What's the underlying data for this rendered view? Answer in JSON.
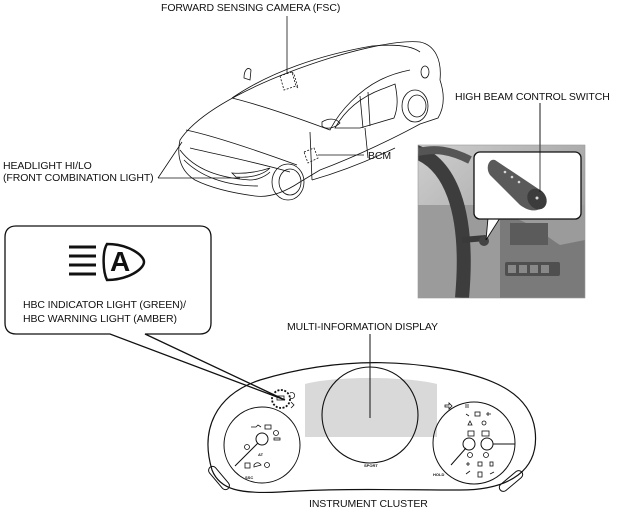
{
  "labels": {
    "fsc": "FORWARD SENSING CAMERA (FSC)",
    "headlight_line1": "HEADLIGHT HI/LO",
    "headlight_line2": "(FRONT COMBINATION LIGHT)",
    "bcm": "BCM",
    "high_beam_switch": "HIGH BEAM CONTROL SWITCH",
    "hbc_line1": "HBC INDICATOR LIGHT (GREEN)/",
    "hbc_line2": "HBC WARNING LIGHT (AMBER)",
    "mid": "MULTI-INFORMATION DISPLAY",
    "cluster": "INSTRUMENT CLUSTER"
  },
  "cluster_text": {
    "at": "AT",
    "sport": "SPORT",
    "hold": "HOLD",
    "ssc": "SSC"
  },
  "hbc_icon": {
    "letter": "A",
    "icon": "auto-high-beam-icon"
  },
  "colors": {
    "line": "#111111",
    "display_fill": "#d9d9d9",
    "photo_dark": "#4a4a4a",
    "photo_light": "#bdbdbd"
  }
}
